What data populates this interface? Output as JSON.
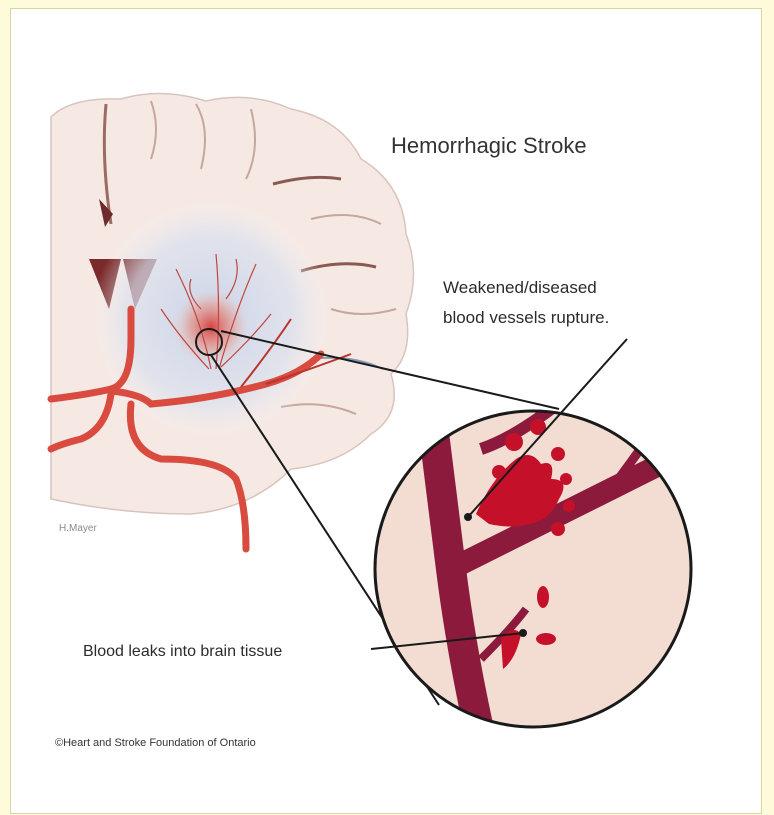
{
  "title": "Hemorrhagic Stroke",
  "label_rupture_line1": "Weakened/diseased",
  "label_rupture_line2": "blood vessels rupture.",
  "label_leak": "Blood leaks into brain tissue",
  "artist_signature": "H.Mayer",
  "copyright": "©Heart and Stroke Foundation of Ontario",
  "colors": {
    "background": "#fdfbd9",
    "brain": "#f6e9e4",
    "vessel": "#8b1a3c",
    "artery": "#d94a3f",
    "blood": "#c5102a",
    "bleed_zone": "#d9e0ee"
  }
}
